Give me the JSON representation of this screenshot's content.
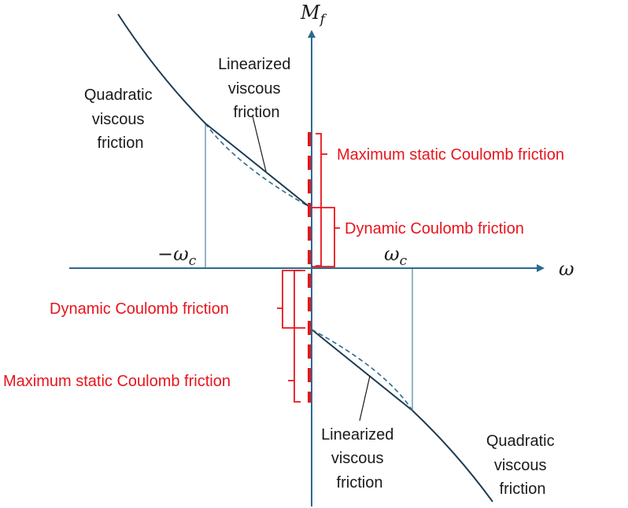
{
  "colors": {
    "axis": "#2b6a8e",
    "curve": "#1f3b52",
    "red": "#e8141c",
    "text": "#1a1a1a"
  },
  "axes": {
    "y_label": "M",
    "y_label_sub": "f",
    "x_label": "ω"
  },
  "ticks": {
    "neg_omega": "−ω",
    "neg_omega_sub": "c",
    "pos_omega": "ω",
    "pos_omega_sub": "c"
  },
  "labels": {
    "upper_left": {
      "quadratic": [
        "Quadratic",
        "viscous",
        "friction"
      ],
      "linearized": [
        "Linearized",
        "viscous",
        "friction"
      ],
      "max_static": "Maximum static Coulomb friction",
      "dynamic": "Dynamic Coulomb friction"
    },
    "lower_right": {
      "quadratic": [
        "Quadratic",
        "viscous",
        "friction"
      ],
      "linearized": [
        "Linearized",
        "viscous",
        "friction"
      ],
      "max_static": "Maximum static Coulomb friction",
      "dynamic": "Dynamic Coulomb friction"
    }
  }
}
